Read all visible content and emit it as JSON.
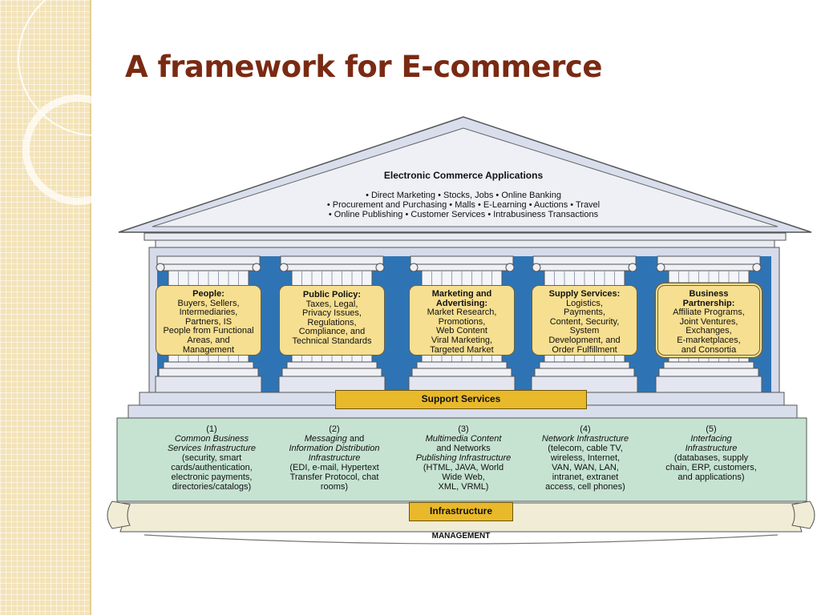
{
  "slide": {
    "title": "A framework for E-commerce"
  },
  "roof": {
    "title": "Electronic Commerce Applications",
    "lines": [
      "• Direct Marketing • Stocks, Jobs • Online Banking",
      "• Procurement and Purchasing • Malls • E-Learning • Auctions • Travel",
      "• Online Publishing • Customer Services • Intrabusiness Transactions"
    ]
  },
  "pillars": [
    {
      "heading": "People:",
      "lines": [
        "Buyers, Sellers,",
        "Intermediaries,",
        "Partners, IS",
        "People from Functional",
        "Areas, and",
        "Management"
      ]
    },
    {
      "heading": "Public Policy:",
      "lines": [
        "Taxes, Legal,",
        "Privacy Issues,",
        "Regulations,",
        "Compliance, and",
        "Technical Standards"
      ]
    },
    {
      "heading": "Marketing and",
      "heading2": "Advertising:",
      "lines": [
        "Market Research,",
        "Promotions,",
        "Web Content",
        "Viral Marketing,",
        "Targeted Market"
      ]
    },
    {
      "heading": "Supply Services:",
      "lines": [
        "Logistics,",
        "Payments,",
        "Content, Security,",
        "System",
        "Development, and",
        "Order Fulfillment"
      ]
    },
    {
      "heading": "Business",
      "heading2": "Partnership:",
      "lines": [
        "Affiliate Programs,",
        "Joint Ventures,",
        "Exchanges,",
        "E-marketplaces,",
        "and Consortia"
      ]
    }
  ],
  "support_services": "Support Services",
  "infrastructure_columns": [
    {
      "number": "(1)",
      "l1": "Common Business",
      "l2": "Services Infrastructure",
      "l3": "(security, smart",
      "l4": "cards/authentication,",
      "l5": "electronic payments,",
      "l6": "directories/catalogs)"
    },
    {
      "number": "(2)",
      "l1a": "Messaging",
      "l1b": " and",
      "l2": "Information Distribution",
      "l3": "Infrastructure",
      "l4": "(EDI, e-mail, Hypertext",
      "l5": "Transfer Protocol, chat",
      "l6": "rooms)"
    },
    {
      "number": "(3)",
      "l1": "Multimedia Content",
      "l2": "and Networks",
      "l3": "Publishing Infrastructure",
      "l4": "(HTML, JAVA, World",
      "l5": "Wide Web,",
      "l6": "XML, VRML)"
    },
    {
      "number": "(4)",
      "l1": "Network Infrastructure",
      "l2": "(telecom, cable TV,",
      "l3": "wireless, Internet,",
      "l4": "VAN, WAN, LAN,",
      "l5": "intranet, extranet",
      "l6": "access, cell phones)"
    },
    {
      "number": "(5)",
      "l1": "Interfacing",
      "l2": "Infrastructure",
      "l3": "(databases, supply",
      "l4": "chain, ERP, customers,",
      "l5": "and applications)"
    }
  ],
  "infrastructure_label": "Infrastructure",
  "management_label": "MANAGEMENT",
  "colors": {
    "title": "#7a2a13",
    "pillar_box": "#f6df90",
    "label_box": "#e8b92a",
    "background_blue": "#2e74b5",
    "infra_band": "#c6e3d2",
    "roof": "#e9ebf3"
  }
}
